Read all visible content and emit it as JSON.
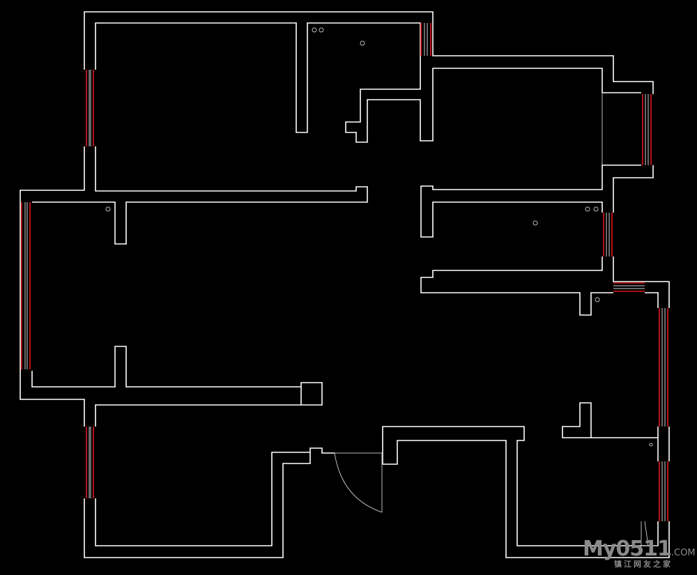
{
  "drawing": {
    "type": "floor-plan",
    "background": "#000000",
    "wall_color": "#ffffff",
    "window_color": "#e01818"
  },
  "watermark": {
    "logo": "My0511",
    "domain": ".COM",
    "subtitle": "镇江网友之家"
  }
}
